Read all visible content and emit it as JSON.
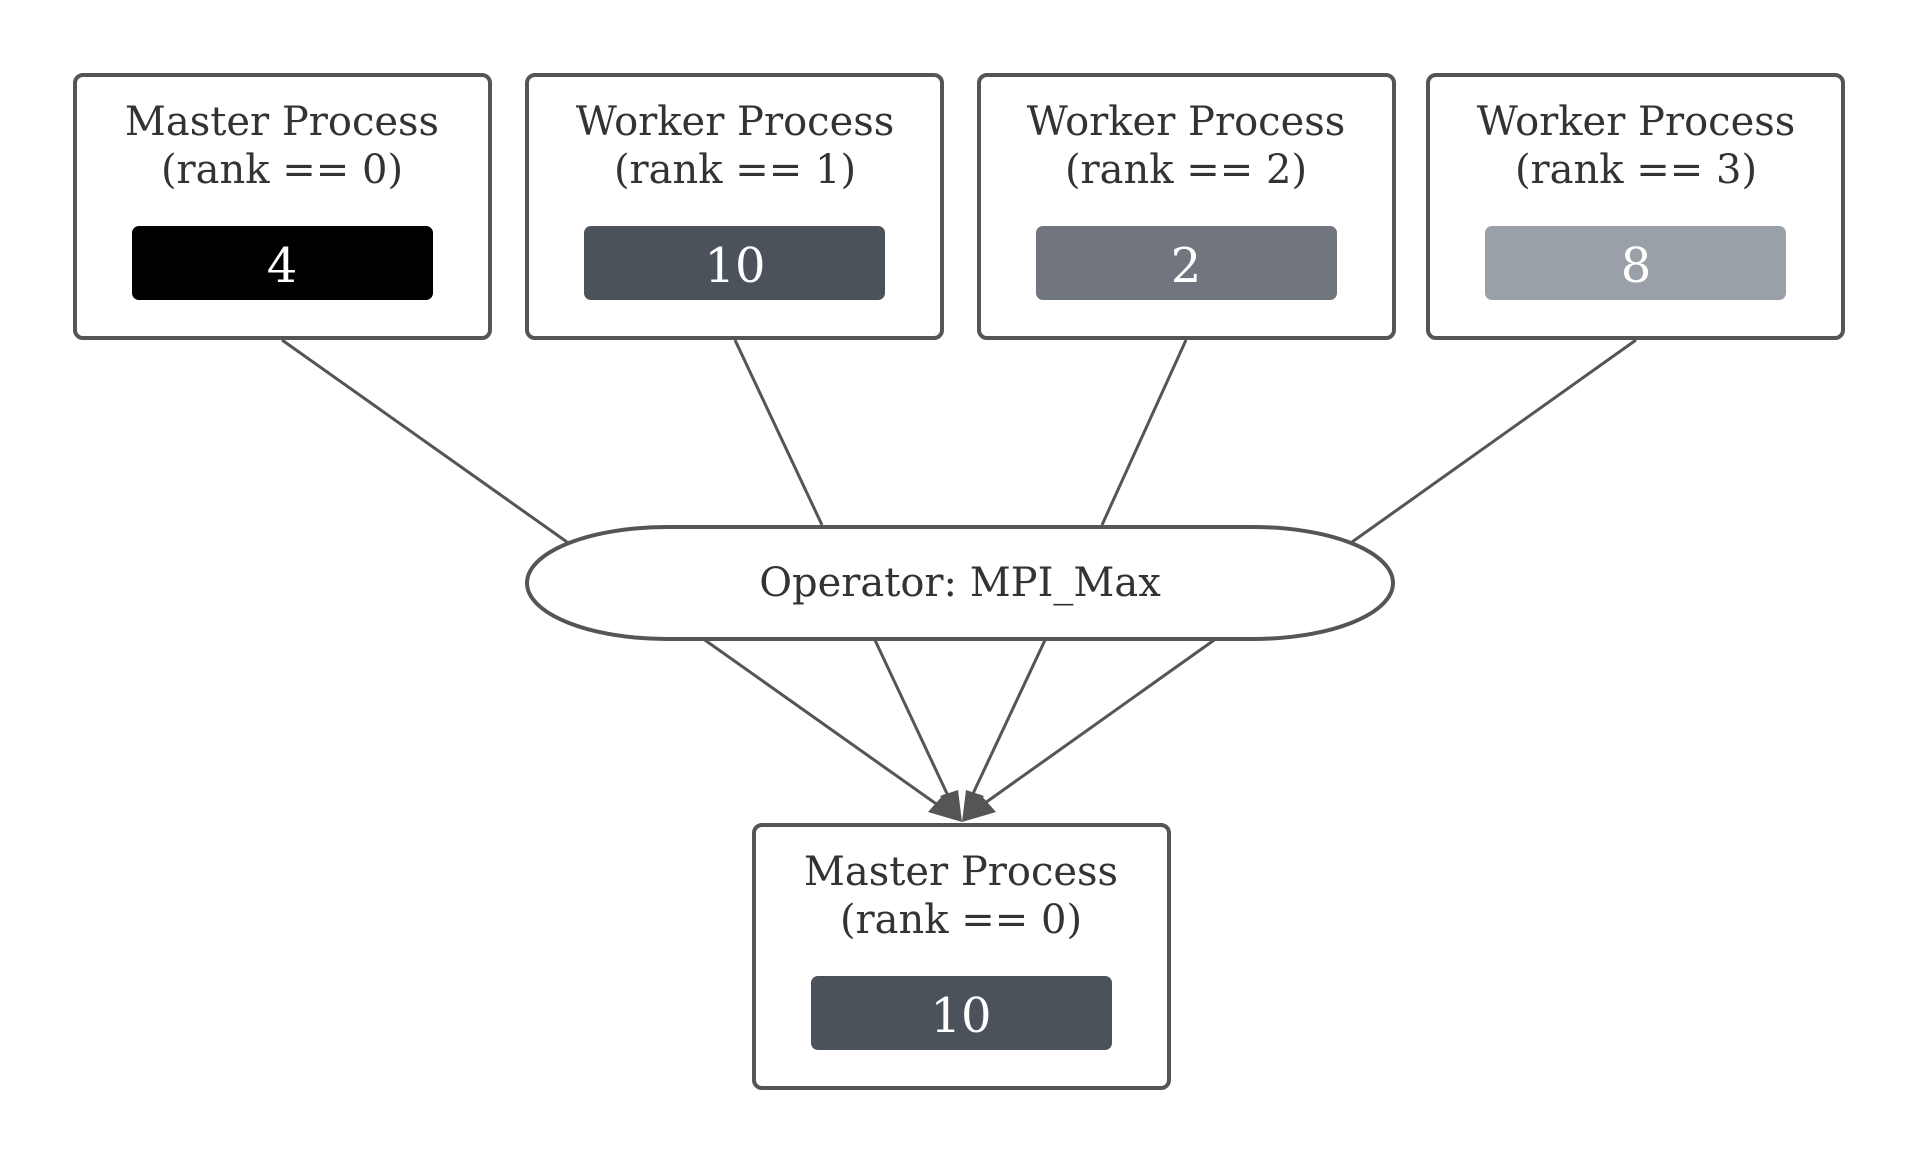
{
  "colors": {
    "border": "#555555",
    "text": "#333333",
    "value_text": "#ffffff",
    "background": "#ffffff"
  },
  "inputs": [
    {
      "title_line1": "Master Process",
      "title_line2": "(rank == 0)",
      "value": "4",
      "value_color": "#000000"
    },
    {
      "title_line1": "Worker Process",
      "title_line2": "(rank == 1)",
      "value": "10",
      "value_color": "#4b525a"
    },
    {
      "title_line1": "Worker Process",
      "title_line2": "(rank == 2)",
      "value": "2",
      "value_color": "#70757e"
    },
    {
      "title_line1": "Worker Process",
      "title_line2": "(rank == 3)",
      "value": "8",
      "value_color": "#9aa0a8"
    }
  ],
  "operator": {
    "label": "Operator: MPI_Max"
  },
  "result": {
    "title_line1": "Master Process",
    "title_line2": "(rank == 0)",
    "value": "10",
    "value_color": "#4b525a"
  }
}
